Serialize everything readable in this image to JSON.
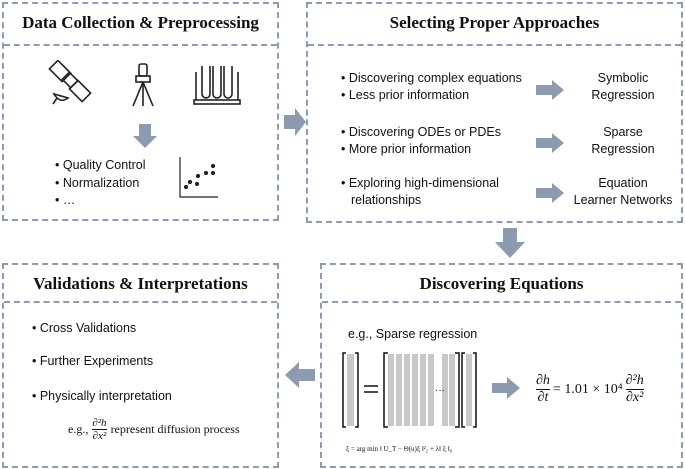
{
  "data_collection": {
    "title": "Data Collection & Preprocessing",
    "items": [
      "• Quality Control",
      "• Normalization",
      "• …"
    ]
  },
  "approaches": {
    "title": "Selecting Proper Approaches",
    "rows": [
      {
        "bullets": [
          "• Discovering complex equations",
          "• Less prior information"
        ],
        "method": [
          "Symbolic",
          "Regression"
        ]
      },
      {
        "bullets": [
          "• Discovering ODEs or PDEs",
          "• More prior information"
        ],
        "method": [
          "Sparse",
          "Regression"
        ]
      },
      {
        "bullets": [
          "• Exploring high-dimensional",
          "relationships"
        ],
        "method": [
          "Equation",
          "Learner Networks"
        ]
      }
    ]
  },
  "validation": {
    "title": "Validations & Interpretations",
    "items": [
      "• Cross Validations",
      "• Further Experiments",
      "• Physically interpretation"
    ],
    "example_prefix": "e.g.,",
    "example_suffix": "represent diffusion process"
  },
  "discovering": {
    "title": "Discovering Equations",
    "example": "e.g., Sparse regression",
    "result": "= 1.01 × 10⁴",
    "objective": "ξ = arg min ‖ U_T − Θ(u)ξ ‖²₂ + λ‖ ξ ‖₀"
  },
  "colors": {
    "border": "#8e9cb3",
    "arrow": "#8d9bb0",
    "column": "#c8c8c8"
  }
}
